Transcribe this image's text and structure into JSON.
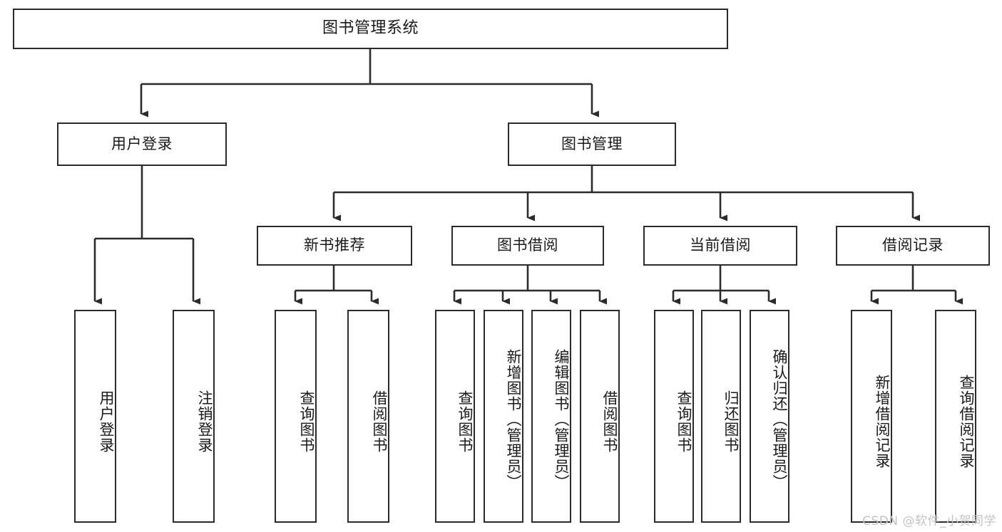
{
  "diagram": {
    "type": "tree",
    "title": "图书管理系统",
    "watermark": "CSDN @软件_小贺同学",
    "colors": {
      "stroke": "#2b2b2b",
      "text": "#1a1a1a",
      "background": "#ffffff",
      "watermark": "#c3c3c3"
    },
    "nodes": {
      "root": {
        "label": "图书管理系统"
      },
      "level2": [
        {
          "id": "user-login",
          "label": "用户登录"
        },
        {
          "id": "book-manage",
          "label": "图书管理"
        }
      ],
      "level3": [
        {
          "id": "new-book-recommend",
          "label": "新书推荐"
        },
        {
          "id": "book-borrow",
          "label": "图书借阅"
        },
        {
          "id": "current-borrow",
          "label": "当前借阅"
        },
        {
          "id": "borrow-record",
          "label": "借阅记录"
        }
      ],
      "leaves": {
        "user_login": [
          {
            "id": "leaf-user-login",
            "label": "用户登录"
          },
          {
            "id": "leaf-logout-login",
            "label": "注销登录"
          }
        ],
        "new_book_recommend": [
          {
            "id": "leaf-query-book-1",
            "label": "查询图书"
          },
          {
            "id": "leaf-borrow-book-1",
            "label": "借阅图书"
          }
        ],
        "book_borrow": [
          {
            "id": "leaf-query-book-2",
            "label": "查询图书"
          },
          {
            "id": "leaf-add-book",
            "label": "新增图书（管理员）"
          },
          {
            "id": "leaf-edit-book",
            "label": "编辑图书（管理员）"
          },
          {
            "id": "leaf-borrow-book-2",
            "label": "借阅图书"
          }
        ],
        "current_borrow": [
          {
            "id": "leaf-query-book-3",
            "label": "查询图书"
          },
          {
            "id": "leaf-return-book",
            "label": "归还图书"
          },
          {
            "id": "leaf-confirm-return",
            "label": "确认归还（管理员）"
          }
        ],
        "borrow_record": [
          {
            "id": "leaf-add-record",
            "label": "新增借阅记录"
          },
          {
            "id": "leaf-query-record",
            "label": "查询借阅记录"
          }
        ]
      }
    }
  }
}
